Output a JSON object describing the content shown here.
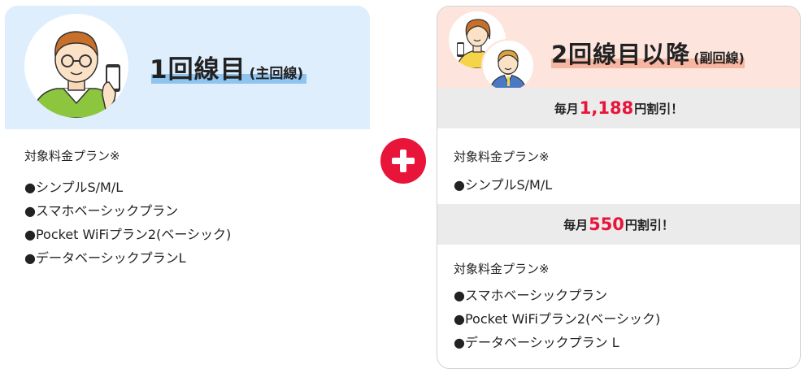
{
  "first_line": {
    "title_main": "1回線目",
    "title_sub": "(主回線)",
    "plan_label": "対象料金プラン※",
    "plans": [
      "●シンプルS/M/L",
      "●スマホベーシックプラン",
      "●Pocket WiFiプラン2(ベーシック)",
      "●データベーシックプランL"
    ]
  },
  "plus_icon": "plus-icon",
  "second_line": {
    "title_main": "2回線目以降",
    "title_sub": "(副回線)",
    "discount_1": {
      "prefix": "毎月",
      "amount": "1,188",
      "suffix": "円割引！"
    },
    "plan_label_1": "対象料金プラン※",
    "plans_1": [
      "●シンプルS/M/L"
    ],
    "discount_2": {
      "prefix": "毎月",
      "amount": "550",
      "suffix": "円割引！"
    },
    "plan_label_2": "対象料金プラン※",
    "plans_2": [
      "●スマホベーシックプラン",
      "●Pocket WiFiプラン2(ベーシック)",
      "●データベーシックプラン L"
    ]
  },
  "colors": {
    "left_header_bg": "#deeefd",
    "left_highlight": "#8fc4ef",
    "right_header_bg": "#fde4dc",
    "right_highlight": "#f7b6a2",
    "discount_bg": "#ebebeb",
    "accent_red": "#e8143a"
  }
}
